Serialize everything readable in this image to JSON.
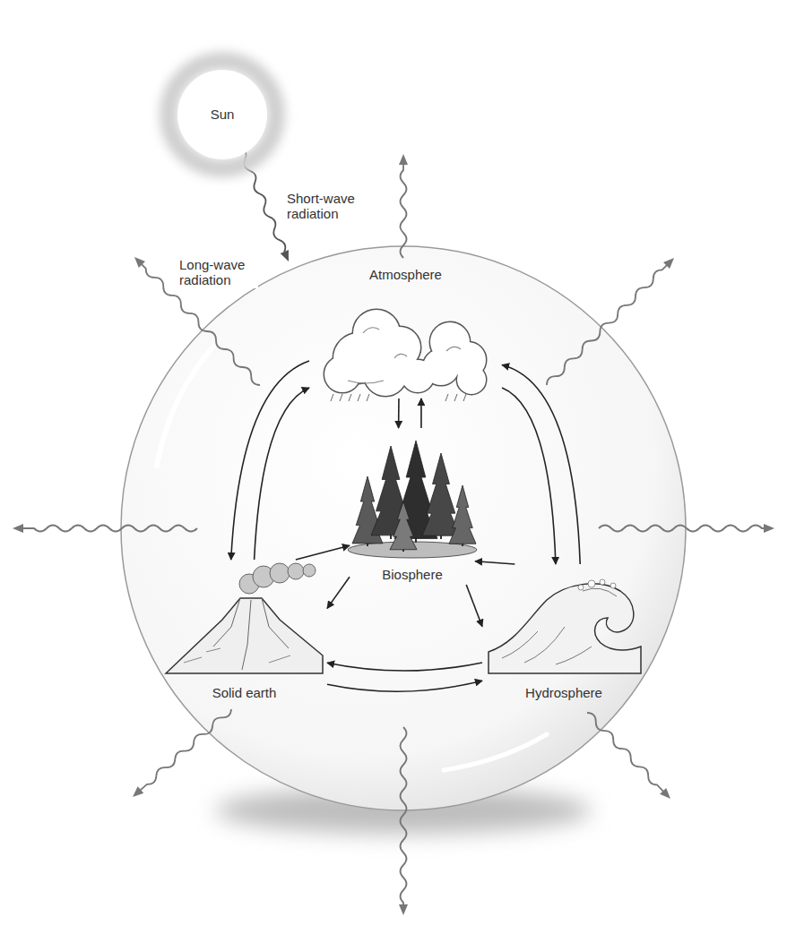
{
  "diagram": {
    "nodes": [
      {
        "text": [
          "Sun"
        ]
      },
      {
        "text": [
          "Atmosphere"
        ]
      },
      {
        "text": [
          "Biosphere"
        ]
      },
      {
        "text": [
          "Solid earth"
        ]
      },
      {
        "text": [
          "Hydrosphere"
        ]
      }
    ],
    "edges": [
      {
        "from": 1,
        "to": 3,
        "arrow": "to"
      },
      {
        "from": 3,
        "to": 1,
        "arrow": "to"
      },
      {
        "from": 1,
        "to": 4,
        "arrow": "to"
      },
      {
        "from": 4,
        "to": 1,
        "arrow": "to"
      },
      {
        "from": 1,
        "to": 2,
        "arrow": "to"
      },
      {
        "from": 2,
        "to": 1,
        "arrow": "to"
      },
      {
        "from": 2,
        "to": 3,
        "arrow": "to"
      },
      {
        "from": 3,
        "to": 2,
        "arrow": "to"
      },
      {
        "from": 2,
        "to": 4,
        "arrow": "to"
      },
      {
        "from": 4,
        "to": 2,
        "arrow": "to"
      },
      {
        "from": 3,
        "to": 4,
        "arrow": "to"
      },
      {
        "from": 4,
        "to": 3,
        "arrow": "to"
      }
    ],
    "labels": [
      "Short-wave radiation",
      "Long-wave radiation"
    ]
  }
}
